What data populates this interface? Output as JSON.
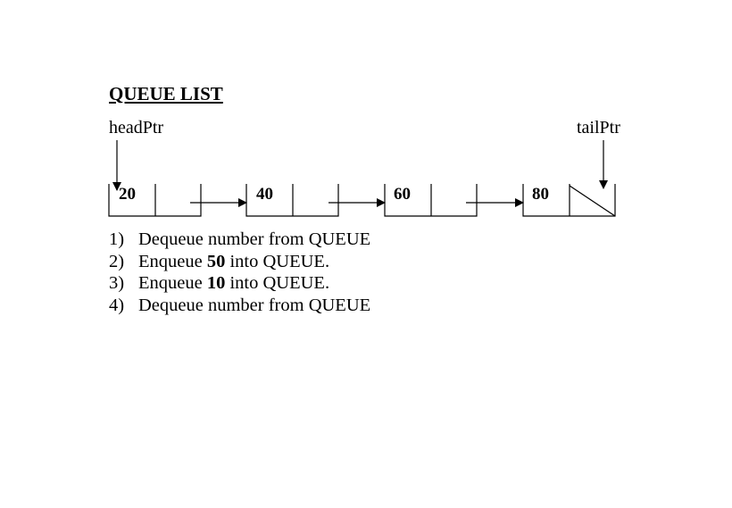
{
  "title": "QUEUE LIST",
  "pointers": {
    "head": "headPtr",
    "tail": "tailPtr"
  },
  "nodes": [
    {
      "value": "20",
      "next": "node-2"
    },
    {
      "value": "40",
      "next": "node-3"
    },
    {
      "value": "60",
      "next": "node-4"
    },
    {
      "value": "80",
      "next": "null"
    }
  ],
  "steps": [
    {
      "num": "1)",
      "pre": "Dequeue number from QUEUE",
      "bold": "",
      "post": ""
    },
    {
      "num": "2)",
      "pre": "Enqueue ",
      "bold": "50",
      "post": " into QUEUE."
    },
    {
      "num": "3)",
      "pre": "Enqueue ",
      "bold": "10",
      "post": " into QUEUE."
    },
    {
      "num": "4)",
      "pre": "Dequeue number from QUEUE",
      "bold": "",
      "post": ""
    }
  ]
}
